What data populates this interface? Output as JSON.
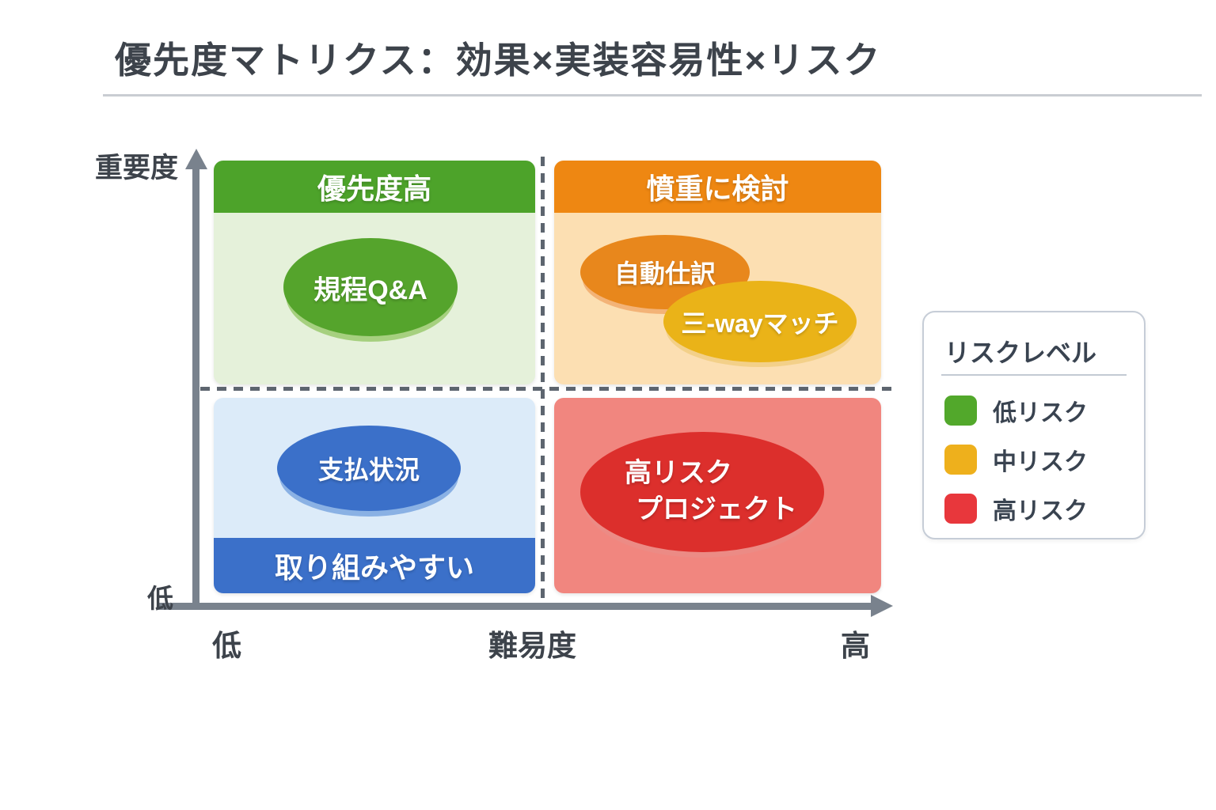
{
  "title": "優先度マトリクス：効果×実装容易性×リスク",
  "axes": {
    "y_label": "重要度",
    "y_low": "低",
    "x_label": "難易度",
    "x_low": "低",
    "x_high": "高"
  },
  "quadrants": {
    "top_left": {
      "header": "優先度高",
      "bubble": "規程Q&A"
    },
    "top_right": {
      "header": "憤重に検討",
      "bubble_1": "自動仕訳",
      "bubble_2": "三-wayマッチ"
    },
    "bottom_left": {
      "bubble": "支払状況",
      "footer": "取り組みやすい"
    },
    "bottom_right": {
      "bubble_line1": "高リスク",
      "bubble_line2": "プロジェクト"
    }
  },
  "legend": {
    "title": "リスクレベル",
    "items": [
      {
        "label": "低リスク",
        "color": "#52a82b"
      },
      {
        "label": "中リスク",
        "color": "#eeb01c"
      },
      {
        "label": "高リスク",
        "color": "#e8373c"
      }
    ]
  },
  "colors": {
    "quadrant_high_priority_header": "#4da32a",
    "quadrant_high_priority_body": "#e5f1da",
    "quadrant_caution_header": "#ee8712",
    "quadrant_caution_body": "#fcdfb2",
    "quadrant_easy_body": "#dcebf9",
    "quadrant_easy_footer": "#3b70c9",
    "quadrant_high_risk_body": "#f1867f",
    "bubble_green": "#55a42c",
    "bubble_orange": "#e8871c",
    "bubble_yellow": "#eab318",
    "bubble_blue": "#3b70c9",
    "bubble_red": "#dc2f2c",
    "axis": "#79828d",
    "dashed_divider": "#5d656f",
    "text_dark": "#3d434b"
  }
}
